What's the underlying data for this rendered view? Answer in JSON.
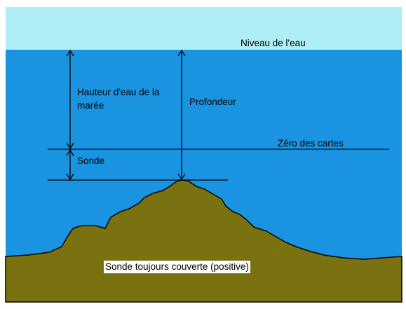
{
  "labels": {
    "water_level": "Niveau de l'eau",
    "tide_height": "Hauteur d'eau de la marée",
    "depth": "Profondeur",
    "chart_datum": "Zéro des cartes",
    "sounding": "Sonde",
    "always_covered": "Sonde toujours couverte (positive)"
  },
  "colors": {
    "sky": "#aeeef4",
    "water": "#1a94e0",
    "seabed": "#7a7210",
    "lines": "#000000",
    "label_background": "#ffffff"
  }
}
